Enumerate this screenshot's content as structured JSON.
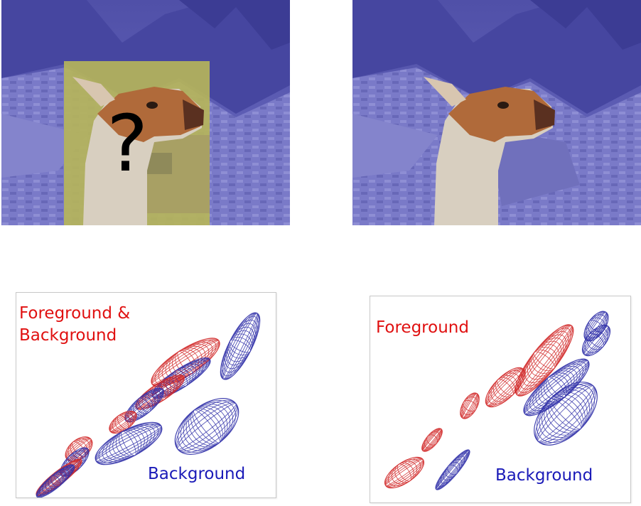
{
  "colors": {
    "foreground_red": "#d12828",
    "background_blue": "#2f2fa8",
    "label_red": "#e01010",
    "label_blue": "#1a1ab8",
    "overlay_blue": "#5c5cc4",
    "overlay_yellow": "#b4b44e"
  },
  "top_left_image": {
    "mark": "?"
  },
  "bottom_left_plot": {
    "label_line_1": "Foreground &",
    "label_line_2": "Background",
    "label_background": "Background"
  },
  "bottom_right_plot": {
    "label_foreground": "Foreground",
    "label_background": "Background"
  }
}
